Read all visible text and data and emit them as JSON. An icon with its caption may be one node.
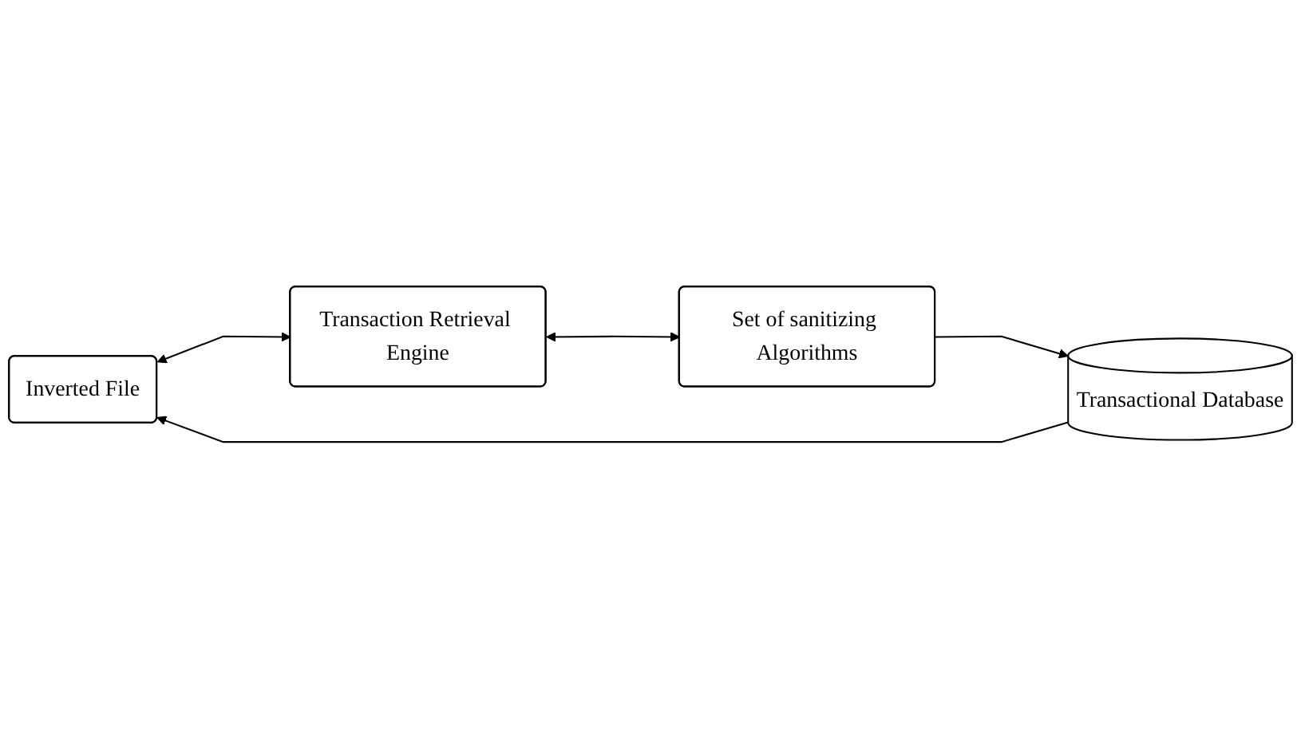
{
  "diagram": {
    "nodes": [
      {
        "text": [
          "Inverted File"
        ]
      },
      {
        "text": [
          "Transaction Retrieval Engine"
        ]
      },
      {
        "text": [
          "Transactional Database"
        ]
      },
      {
        "text": [
          "Set of sanitizing Algorithms"
        ]
      }
    ],
    "edges": [
      {
        "from": 0,
        "to": 1,
        "arrow": "both"
      },
      {
        "from": 1,
        "to": 3,
        "arrow": "both"
      },
      {
        "from": 3,
        "to": 2,
        "arrow": "to"
      },
      {
        "from": 2,
        "to": 0,
        "arrow": "to"
      }
    ]
  }
}
